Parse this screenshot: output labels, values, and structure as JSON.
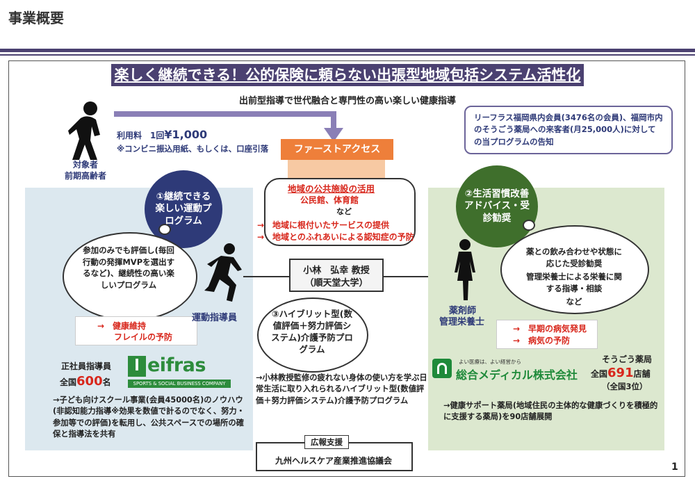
{
  "page_title": "事業概要",
  "banner_title": "楽しく継続できる！公的保険に頼らない出張型地域包括システム活性化事業",
  "subtitle": "出前型指導で世代融合と専門性の高い楽しい健康指導",
  "target": {
    "label_line1": "対象者",
    "label_line2": "前期高齢者"
  },
  "fee": {
    "prefix": "利用料　1回",
    "amount": "¥1,000",
    "note": "※コンビニ振込用紙、もしくは、口座引落"
  },
  "announce_box": "リーフラス福岡県内会員(3476名の会員)、福岡市内のそうごう薬局への来客者(月25,000人)に対しての当プログラムの告知",
  "first_access": "ファーストアクセス",
  "facility": {
    "title": "地域の公共施設の活用",
    "places": "公民館、体育館",
    "etc": "など",
    "item1": "→　地域に根付いたサービスの提供",
    "item2": "→　地域とのふれあいによる認知症の予防"
  },
  "circle1": "①継続できる楽しい運動プログラム",
  "circle2": "②生活習慣改善アドバイス・受診勧奨",
  "circle3": "③ハイブリット型(数値評価＋努力評価システム)介護予防プログラム",
  "cloud_left": "参加のみでも評価し(毎回行動の発揮MVPを選出するなど)、継続性の高い楽しいプログラム",
  "cloud_right": {
    "line1": "薬との飲み合わせや状態に応じた受診勧奨",
    "line2": "管理栄養士による栄養に関する指導・相談",
    "etc": "など"
  },
  "professor": {
    "name": "小林　弘幸 教授",
    "affil": "（順天堂大学）"
  },
  "left_coach_label": "運動指導員",
  "left_effects": {
    "item1": "→　健康維持",
    "item2": "フレイルの予防"
  },
  "right_staff_label1": "薬剤師",
  "right_staff_label2": "管理栄養士",
  "right_effects": {
    "item1": "→　早期の病気発見",
    "item2": "→　病気の予防"
  },
  "eifras": {
    "staff_label": "正社員指導員",
    "count_prefix": "全国",
    "count": "600",
    "count_suffix": "名",
    "logo_text": "eifras",
    "logo_letter": "l",
    "logo_sub": "SPORTS & SOCIAL BUSINESS COMPANY",
    "description": "→子ども向けスクール事業(会員45000名)のノウハウ(非認知能力指導※効果を数値で計るのでなく、努力・参加等での評価)を転用し、公共スペースでの場所の確保と指導法を共有"
  },
  "center_desc": "→小林教授監修の疲れない身体の使い方を学ぶ日常生活に取り入れられるハイブリット型(数値評価＋努力評価システム)介護予防プログラム",
  "sogo": {
    "tagline": "よい医療は、よい経営から",
    "name": "総合メディカル株式会社",
    "pharmacy_label": "そうごう薬局",
    "count_prefix": "全国",
    "count": "691",
    "count_suffix": "店舗",
    "rank": "（全国3位）",
    "description": "→健康サポート薬局(地域住民の主体的な健康づくりを積極的に支援する薬局)を90店舗展開"
  },
  "pr": {
    "label": "広報支援",
    "org": "九州ヘルスケア産業推進協議会"
  },
  "page_number": "1",
  "colors": {
    "purple": "#4b4171",
    "navy": "#2e3a78",
    "green": "#3f6f2c",
    "orange": "#ee7f3a",
    "red": "#d8271c"
  }
}
